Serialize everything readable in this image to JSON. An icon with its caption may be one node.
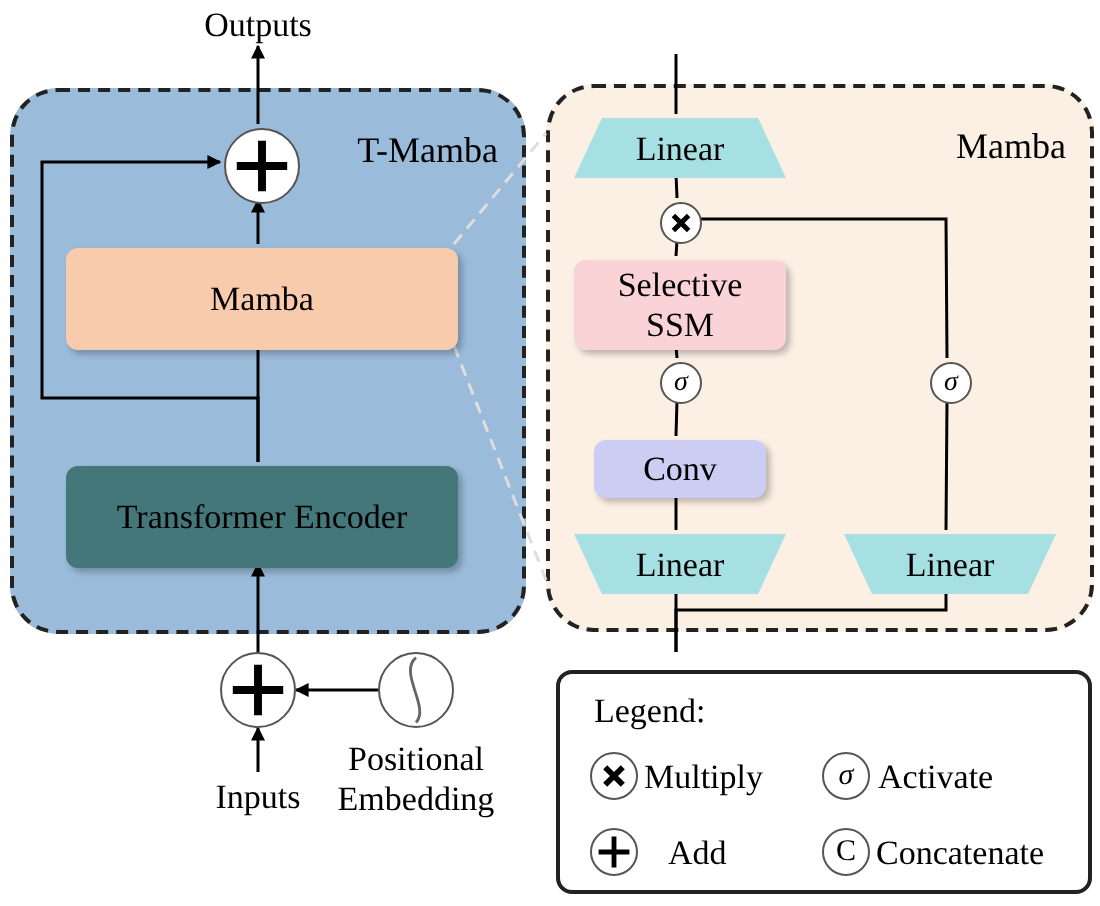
{
  "diagram": {
    "nodes": [
      {
        "text": [
          "T-Mamba"
        ]
      },
      {
        "text": [],
        "shape": "circle",
        "in": 0
      },
      {
        "text": [
          "Mamba"
        ],
        "in": 0
      },
      {
        "text": [
          "Transformer Encoder"
        ],
        "in": 0
      },
      {
        "text": [
          "Outputs"
        ]
      },
      {
        "text": [
          "Mamba"
        ]
      },
      {
        "text": [
          "Linear"
        ],
        "in": 5
      },
      {
        "text": [],
        "shape": "circle",
        "in": 5
      },
      {
        "text": [
          "Selective SSM"
        ],
        "in": 5
      },
      {
        "text": [
          "σ"
        ],
        "in": 5
      },
      {
        "text": [
          "Conv"
        ],
        "in": 5
      },
      {
        "text": [
          "Linear"
        ],
        "in": 5
      },
      {
        "text": [
          "σ"
        ],
        "in": 5
      },
      {
        "text": [
          "Linear"
        ],
        "in": 5
      },
      {
        "text": [],
        "shape": "circle"
      },
      {
        "text": [],
        "shape": "circle",
        "beside": [
          "Positional Embedding"
        ]
      },
      {
        "text": [
          "Inputs"
        ]
      }
    ],
    "edges": [
      {
        "from": 3,
        "to": 2,
        "arrow": "none"
      },
      {
        "from": 3,
        "to": 1,
        "arrow": "to"
      },
      {
        "from": 2,
        "to": 1,
        "arrow": "to"
      },
      {
        "from": 1,
        "to": 4,
        "arrow": "to"
      },
      {
        "from": 14,
        "to": 3,
        "arrow": "to"
      },
      {
        "from": 15,
        "to": 14,
        "arrow": "to"
      },
      {
        "from": 16,
        "to": 14,
        "arrow": "to"
      },
      {
        "from": 2,
        "to": 5,
        "arrow": "none",
        "style": "dashed",
        "color": "#dedede"
      },
      {
        "from": 2,
        "to": 5,
        "arrow": "none",
        "style": "dashed",
        "color": "#dedede"
      },
      {
        "from": null,
        "to": 11,
        "arrow": "none"
      },
      {
        "from": null,
        "to": 13,
        "arrow": "none"
      },
      {
        "from": 11,
        "to": 10,
        "arrow": "none"
      },
      {
        "from": 10,
        "to": 9,
        "arrow": "none"
      },
      {
        "from": 9,
        "to": 8,
        "arrow": "none"
      },
      {
        "from": 8,
        "to": 7,
        "arrow": "none"
      },
      {
        "from": 7,
        "to": 6,
        "arrow": "none"
      },
      {
        "from": 6,
        "to": null,
        "arrow": "none"
      },
      {
        "from": 13,
        "to": 12,
        "arrow": "none"
      },
      {
        "from": 12,
        "to": 7,
        "arrow": "none"
      }
    ],
    "labels": [
      "Legend:",
      "σ",
      "C"
    ],
    "legend": [
      {
        "text": "Multiply"
      },
      {
        "text": "Activate"
      },
      {
        "text": "Add"
      },
      {
        "text": "Concatenate"
      }
    ]
  }
}
